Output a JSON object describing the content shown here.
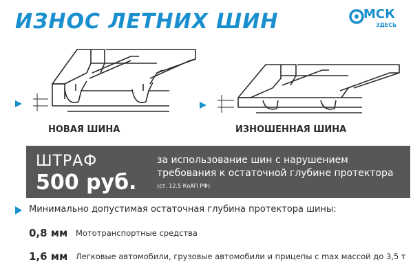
{
  "header": {
    "title": "ИЗНОС ЛЕТНИХ ШИН",
    "logo": {
      "main": "МСК",
      "sub": "ЗДЕСЬ",
      "color": "#1a8fce"
    }
  },
  "tires": {
    "new_label": "НОВАЯ ШИНА",
    "worn_label": "ИЗНОШЕННАЯ ШИНА",
    "marker_color": "#1a8fce"
  },
  "fine": {
    "label": "ШТРАФ",
    "amount": "500 руб.",
    "description_line1": "за использование шин с нарушением",
    "description_line2": "требования к остаточной глубине протектора",
    "law_ref": "(ст. 12.5 КоАП РФ)",
    "background": "#555759"
  },
  "depth": {
    "intro": "Минимально допустимая остаточная глубина протектора шины:",
    "rows": [
      {
        "value": "0,8 мм",
        "description": "Мототранспортные средства"
      },
      {
        "value": "1,6 мм",
        "description": "Легковые автомобили, грузовые автомобили и прицепы с max массой до 3,5 т"
      }
    ]
  }
}
